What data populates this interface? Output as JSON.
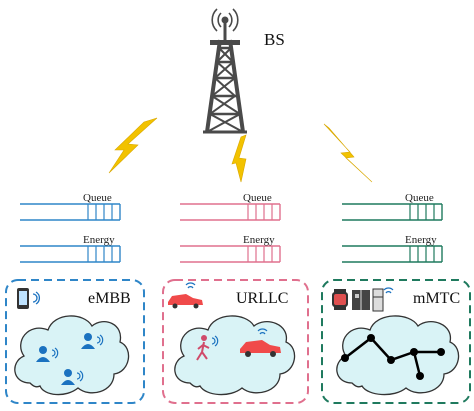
{
  "base_station": {
    "label": "BS"
  },
  "buffers": {
    "queue_label": "Queue",
    "energy_label": "Energy"
  },
  "slices": [
    {
      "key": "embb",
      "title": "eMBB",
      "color": "#2f86c8"
    },
    {
      "key": "urllc",
      "title": "URLLC",
      "color": "#e0708e"
    },
    {
      "key": "mmtc",
      "title": "mMTC",
      "color": "#1f7a5e"
    }
  ],
  "colors": {
    "tower": "#4a4a4a",
    "lightning": "#f2c200",
    "cloud_fill": "#d9f3f6",
    "cloud_stroke": "#333333",
    "user_icon": "#1b72c0",
    "car": "#f04a4a",
    "node": "#000000"
  },
  "icons": [
    "antenna-tower-icon",
    "lightning-icon",
    "queue-buffer-icon",
    "smartphone-icon",
    "user-icon",
    "car-icon",
    "pedestrian-icon",
    "smartwatch-icon",
    "refrigerator-icon",
    "wifi-icon",
    "network-node-icon"
  ]
}
